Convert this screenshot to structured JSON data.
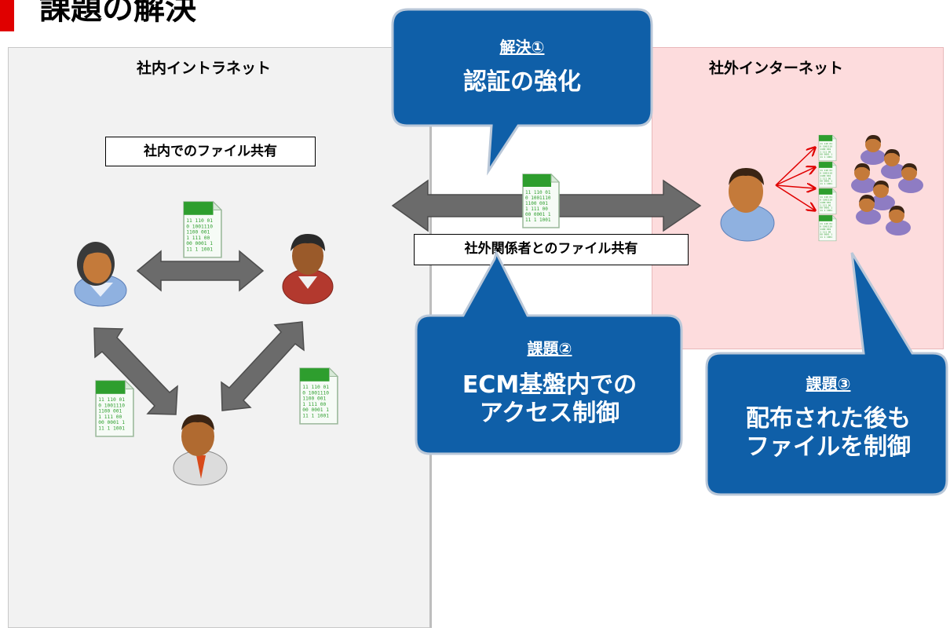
{
  "title": "課題の解決",
  "zones": {
    "intranet_label": "社内イントラネット",
    "internet_label": "社外インターネット"
  },
  "labels": {
    "internal_share": "社内でのファイル共有",
    "external_share": "社外関係者とのファイル共有"
  },
  "callouts": [
    {
      "heading": "解決①",
      "body": [
        "認証の強化"
      ]
    },
    {
      "heading": "課題②",
      "body": [
        "ECM基盤内での",
        "アクセス制御"
      ]
    },
    {
      "heading": "課題③",
      "body": [
        "配布された後も",
        "ファイルを制御"
      ]
    }
  ],
  "doc_icon": {
    "lines": [
      "11 110 01",
      "0 1001110",
      "1100 001",
      "1 111 00",
      "00 0001 1",
      "11 1 1001"
    ]
  },
  "colors": {
    "title_accent": "#e00000",
    "callout_fill": "#0f5fa8",
    "arrow_gray": "#6b6b6b",
    "doc_green": "#2e9e2e",
    "intranet_bg": "#f2f2f2",
    "internet_bg": "#fddcdd"
  },
  "icons": [
    "user-female-icon",
    "user-dark-icon",
    "user-tie-icon",
    "user-external-icon",
    "user-group-icon",
    "document-binary-icon"
  ]
}
